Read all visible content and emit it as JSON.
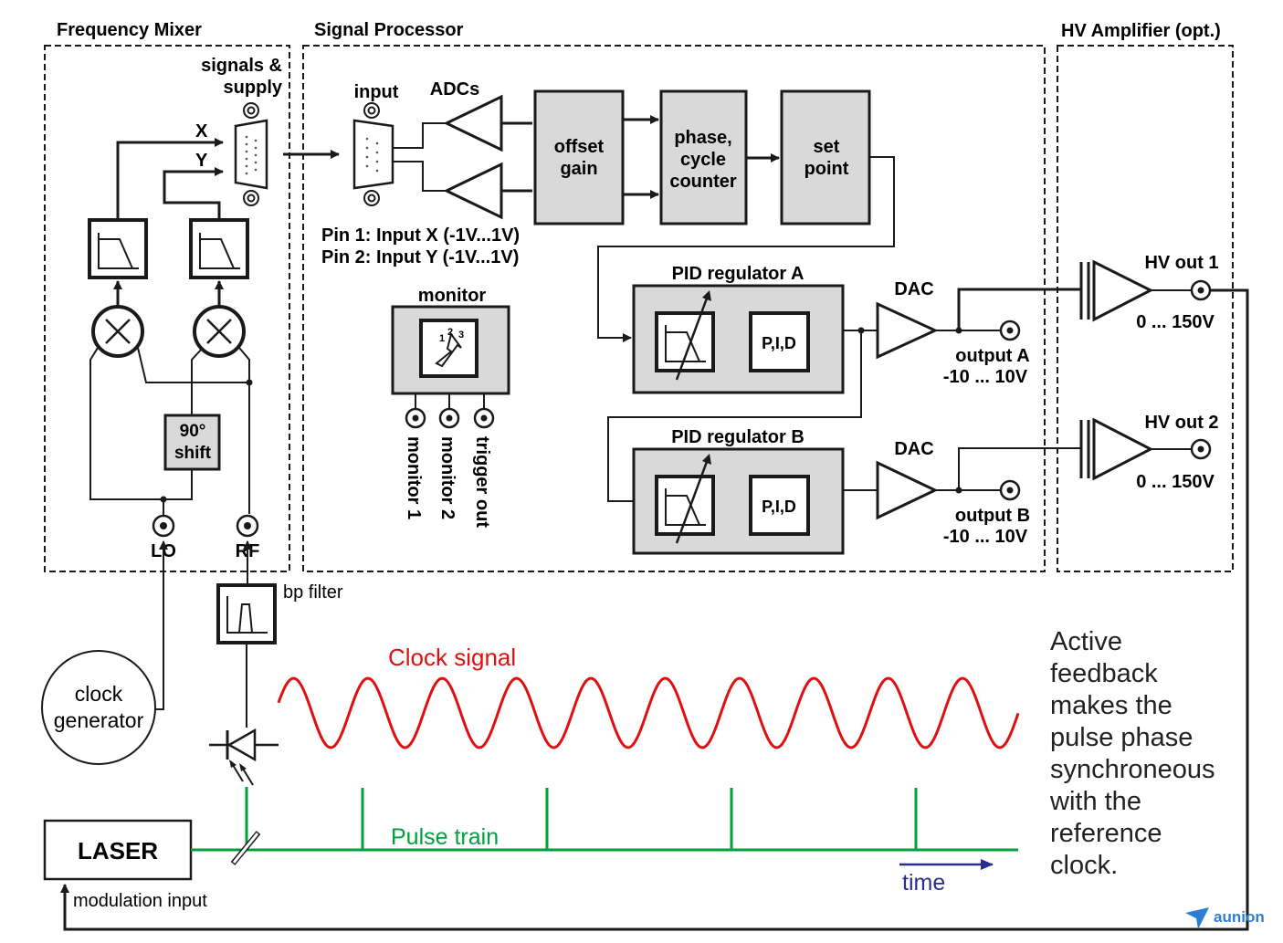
{
  "panels": {
    "mixer_title": "Frequency Mixer",
    "processor_title": "Signal Processor",
    "hv_title": "HV Amplifier (opt.)"
  },
  "mixer": {
    "connector_label_1": "signals &",
    "connector_label_2": "supply",
    "x_label": "X",
    "y_label": "Y",
    "shift_1": "90°",
    "shift_2": "shift",
    "lo_label": "LO",
    "rf_label": "RF"
  },
  "processor": {
    "input_label": "input",
    "adcs_label": "ADCs",
    "offset_1": "offset",
    "offset_2": "gain",
    "phase_1": "phase,",
    "phase_2": "cycle",
    "phase_3": "counter",
    "setpoint_1": "set",
    "setpoint_2": "point",
    "pin1": "Pin 1: Input X (-1V...1V)",
    "pin2": "Pin 2: Input Y (-1V...1V)",
    "monitor_label": "monitor",
    "dial_1": "1",
    "dial_2": "2",
    "dial_3": "3",
    "monitor_out_1": "monitor 1",
    "monitor_out_2": "monitor 2",
    "trigger_out": "trigger out",
    "pid_a": "PID regulator A",
    "pid_b": "PID regulator B",
    "pid_terms": "P,I,D",
    "dac": "DAC",
    "output_a": "output A",
    "output_b": "output B",
    "output_range": "-10 ... 10V"
  },
  "hv": {
    "out1": "HV out 1",
    "out2": "HV out 2",
    "range": "0 ... 150V"
  },
  "bottom": {
    "bp_filter": "bp filter",
    "clock_1": "clock",
    "clock_2": "generator",
    "laser": "LASER",
    "modulation": "modulation input",
    "clock_signal": "Clock signal",
    "pulse_train": "Pulse train",
    "time": "time",
    "note": [
      "Active",
      "feedback",
      "makes the",
      "pulse phase",
      "synchroneous",
      "with the",
      "reference",
      "clock."
    ],
    "watermark": "aunion"
  },
  "colors": {
    "clock_wave": "#e01010",
    "pulse_train": "#00a03c",
    "time_arrow": "#2c2c8c",
    "block_fill": "#d9d9d9"
  }
}
